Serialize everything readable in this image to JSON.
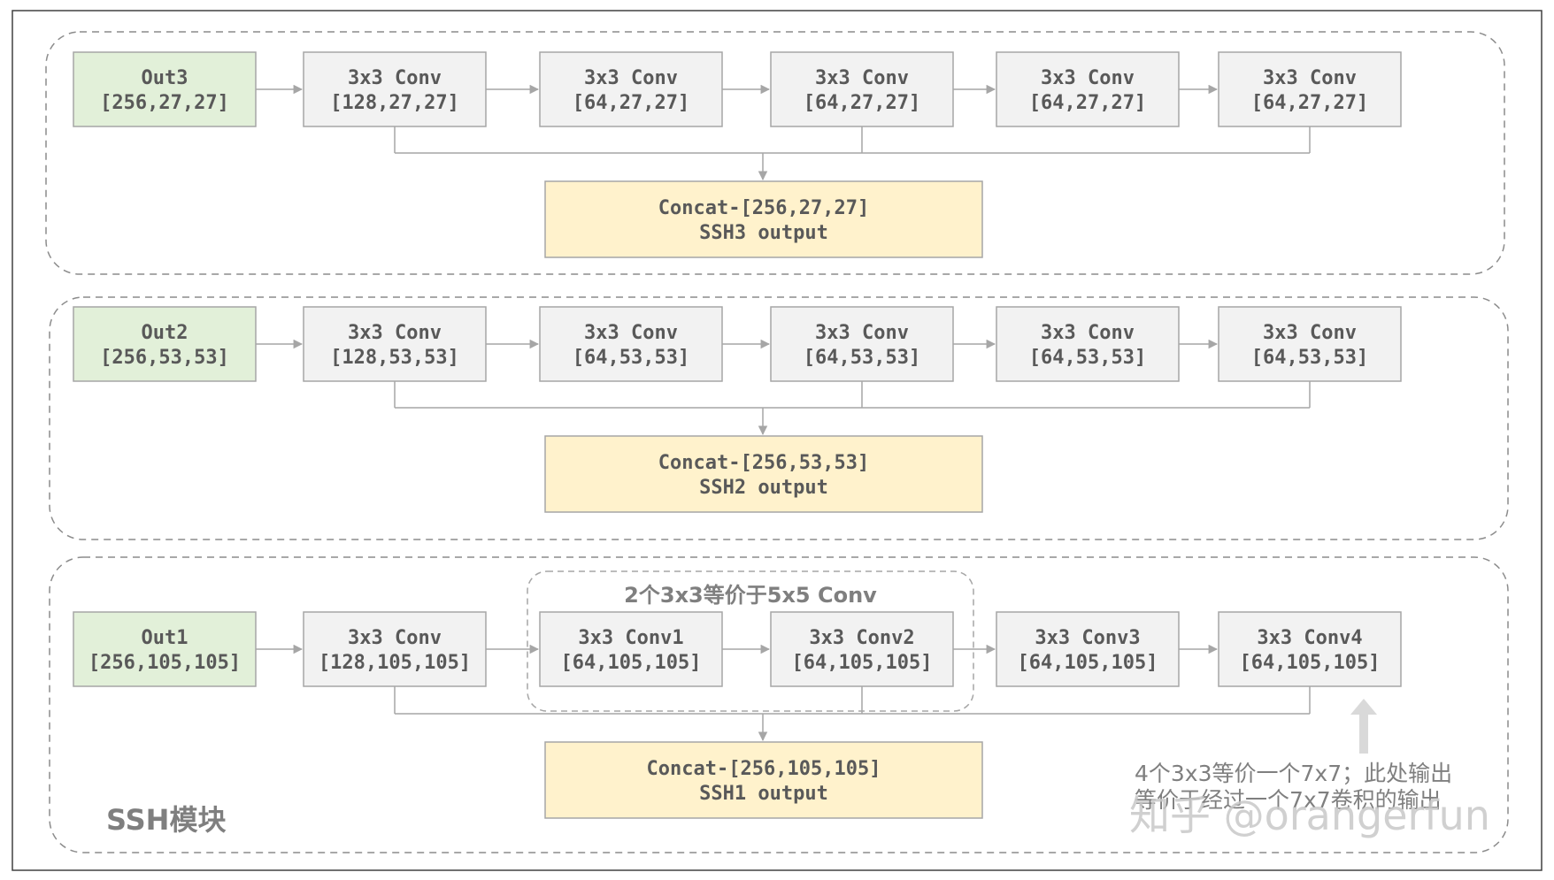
{
  "colors": {
    "input_fill": "#e2f0d9",
    "conv_fill": "#f2f2f2",
    "concat_fill": "#fff2cc",
    "box_stroke": "#a6a6a6",
    "dash_stroke": "#8c8c8c",
    "text": "#595959",
    "annotation_text": "#7f7f7f",
    "watermark": "#c8c8c8"
  },
  "module_label": "SSH模块",
  "groups": [
    {
      "input": {
        "line1": "Out3",
        "line2": "[256,27,27]"
      },
      "convs": [
        {
          "line1": "3x3 Conv",
          "line2": "[128,27,27]"
        },
        {
          "line1": "3x3 Conv",
          "line2": "[64,27,27]"
        },
        {
          "line1": "3x3 Conv",
          "line2": "[64,27,27]"
        },
        {
          "line1": "3x3 Conv",
          "line2": "[64,27,27]"
        },
        {
          "line1": "3x3 Conv",
          "line2": "[64,27,27]"
        }
      ],
      "concat": {
        "line1": "Concat-[256,27,27]",
        "line2": "SSH3 output"
      }
    },
    {
      "input": {
        "line1": "Out2",
        "line2": "[256,53,53]"
      },
      "convs": [
        {
          "line1": "3x3 Conv",
          "line2": "[128,53,53]"
        },
        {
          "line1": "3x3 Conv",
          "line2": "[64,53,53]"
        },
        {
          "line1": "3x3 Conv",
          "line2": "[64,53,53]"
        },
        {
          "line1": "3x3 Conv",
          "line2": "[64,53,53]"
        },
        {
          "line1": "3x3 Conv",
          "line2": "[64,53,53]"
        }
      ],
      "concat": {
        "line1": "Concat-[256,53,53]",
        "line2": "SSH2 output"
      }
    },
    {
      "input": {
        "line1": "Out1",
        "line2": "[256,105,105]"
      },
      "convs": [
        {
          "line1": "3x3 Conv",
          "line2": "[128,105,105]"
        },
        {
          "line1": "3x3 Conv1",
          "line2": "[64,105,105]"
        },
        {
          "line1": "3x3 Conv2",
          "line2": "[64,105,105]"
        },
        {
          "line1": "3x3 Conv3",
          "line2": "[64,105,105]"
        },
        {
          "line1": "3x3 Conv4",
          "line2": "[64,105,105]"
        }
      ],
      "concat": {
        "line1": "Concat-[256,105,105]",
        "line2": "SSH1 output"
      }
    }
  ],
  "inner_group_label": "2个3x3等价于5x5 Conv",
  "annotation": {
    "line1": "4个3x3等价一个7x7；此处输出",
    "line2": "等价于经过一个7x7卷积的输出"
  },
  "watermark": "知乎 @orangerfun"
}
